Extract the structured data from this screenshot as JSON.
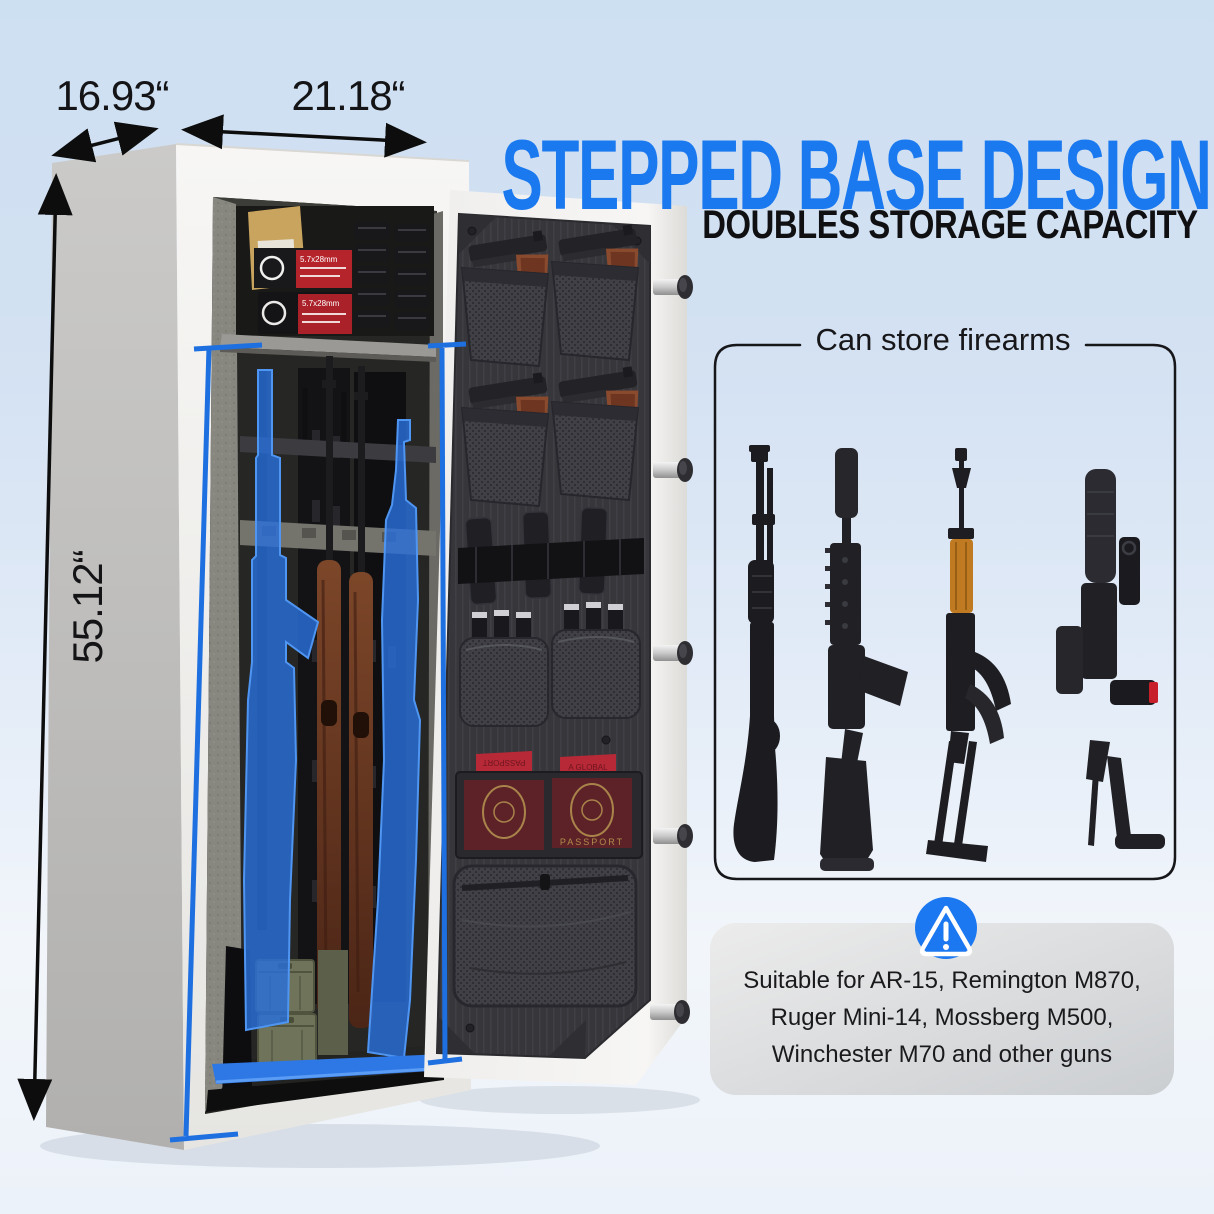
{
  "header": {
    "title": "STEPPED BASE DESIGN",
    "subtitle": "DOUBLES STORAGE CAPACITY"
  },
  "dimensions": {
    "depth": "16.93“",
    "width": "21.18“",
    "height": "55.12“"
  },
  "firearms_panel": {
    "title": "Can store firearms",
    "guns": [
      {
        "name": "pump-action-shotgun"
      },
      {
        "name": "ar-15-carbine"
      },
      {
        "name": "ak-rifle-underfolding-stock"
      },
      {
        "name": "suppressed-carbine-folding-stock"
      }
    ]
  },
  "notice": {
    "icon": "warning-icon",
    "lines": [
      "Suitable for AR-15, Remington M870,",
      "Ruger Mini-14, Mossberg M500,",
      "Winchester M70 and other guns"
    ]
  },
  "interior": {
    "ammo_label": "5.7x28mm",
    "contents": [
      "ammo-boxes",
      "magazines",
      "wood-rifles",
      "highlighted-rifle-slots",
      "ammo-cans",
      "stepped-base-floor"
    ]
  },
  "door": {
    "passport_left_label": "PASSPORT",
    "passport_tab_label": "A GLOBAL",
    "passport_cover_label": "PASSPORT",
    "organizer": [
      "pistol-holsters",
      "rifle-magazine-strap",
      "magazine-pouches",
      "passport-pocket",
      "zipper-mesh-pouch"
    ],
    "locking_bolts": 5
  },
  "colors": {
    "accent_blue": "#1b79f0",
    "highlight_blue": "#2a6fd9",
    "warning_blue": "#1b78f0",
    "background_top": "#cde0f2",
    "background_bottom": "#f2f6fb",
    "notice_box": "#d9dcde"
  }
}
